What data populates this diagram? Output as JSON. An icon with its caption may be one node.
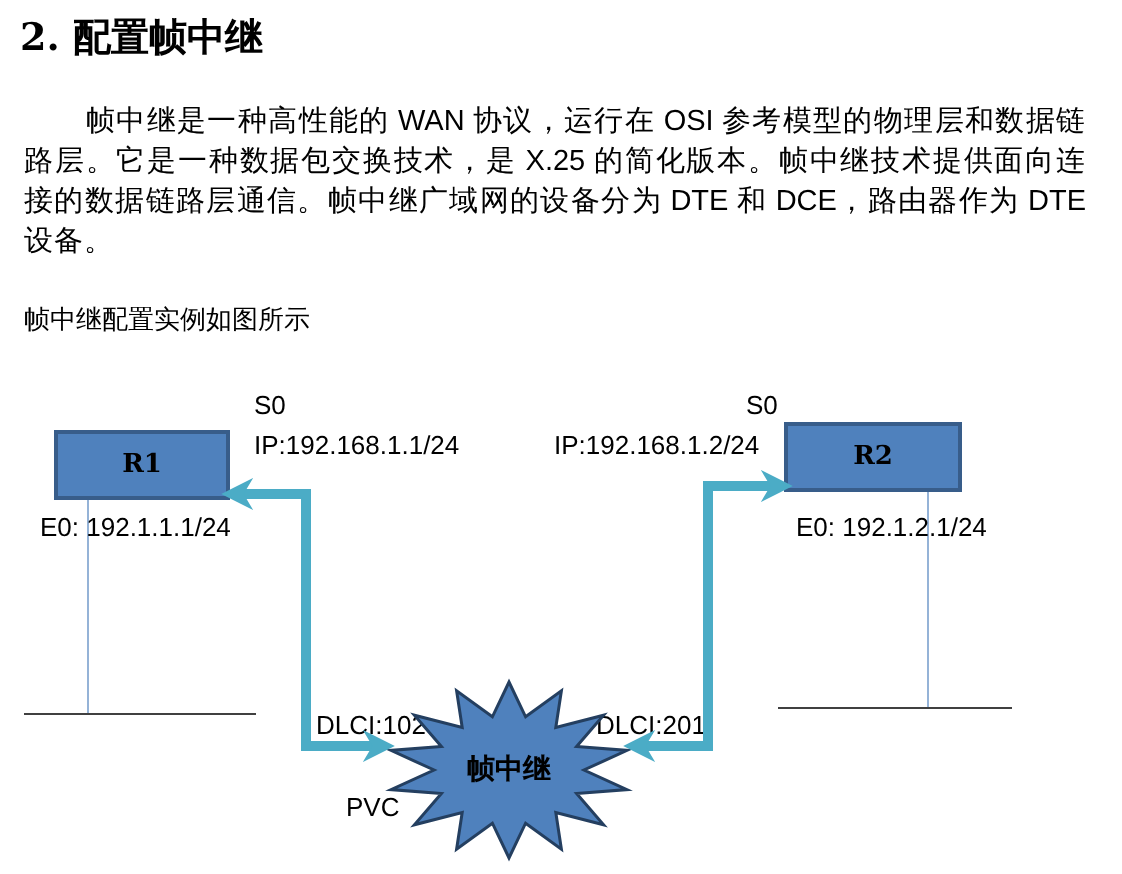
{
  "diagram": {
    "title": "2. 配置帧中继",
    "nodes": [
      {
        "text": [
          "R1"
        ],
        "beside": [
          "E0: 192.1.1.1/24"
        ]
      },
      {
        "text": [
          "R2"
        ],
        "beside": [
          "E0: 192.1.2.1/24"
        ]
      },
      {
        "text": [
          "帧中继"
        ]
      }
    ],
    "edges": [
      {
        "from": 0,
        "to": 2,
        "arrow": "both"
      },
      {
        "from": 1,
        "to": 2,
        "arrow": "both"
      }
    ],
    "labels": [
      "帧中继是一种高性能的 WAN 协议，运行在 OSI 参考模型的物理层和数据链路层。它是一种数据包交换技术，是 X.25 的简化版本。帧中继技术提供面向连接的数据链路层通信。帧中继广域网的设备分为 DTE 和 DCE，路由器作为 DTE 设备。",
      "帧中继配置实例如图所示",
      "S0",
      "IP:192.168.1.1/24",
      "S0",
      "IP:192.168.1.2/24",
      "DLCI:102",
      "DLCI:201",
      "PVC"
    ]
  }
}
